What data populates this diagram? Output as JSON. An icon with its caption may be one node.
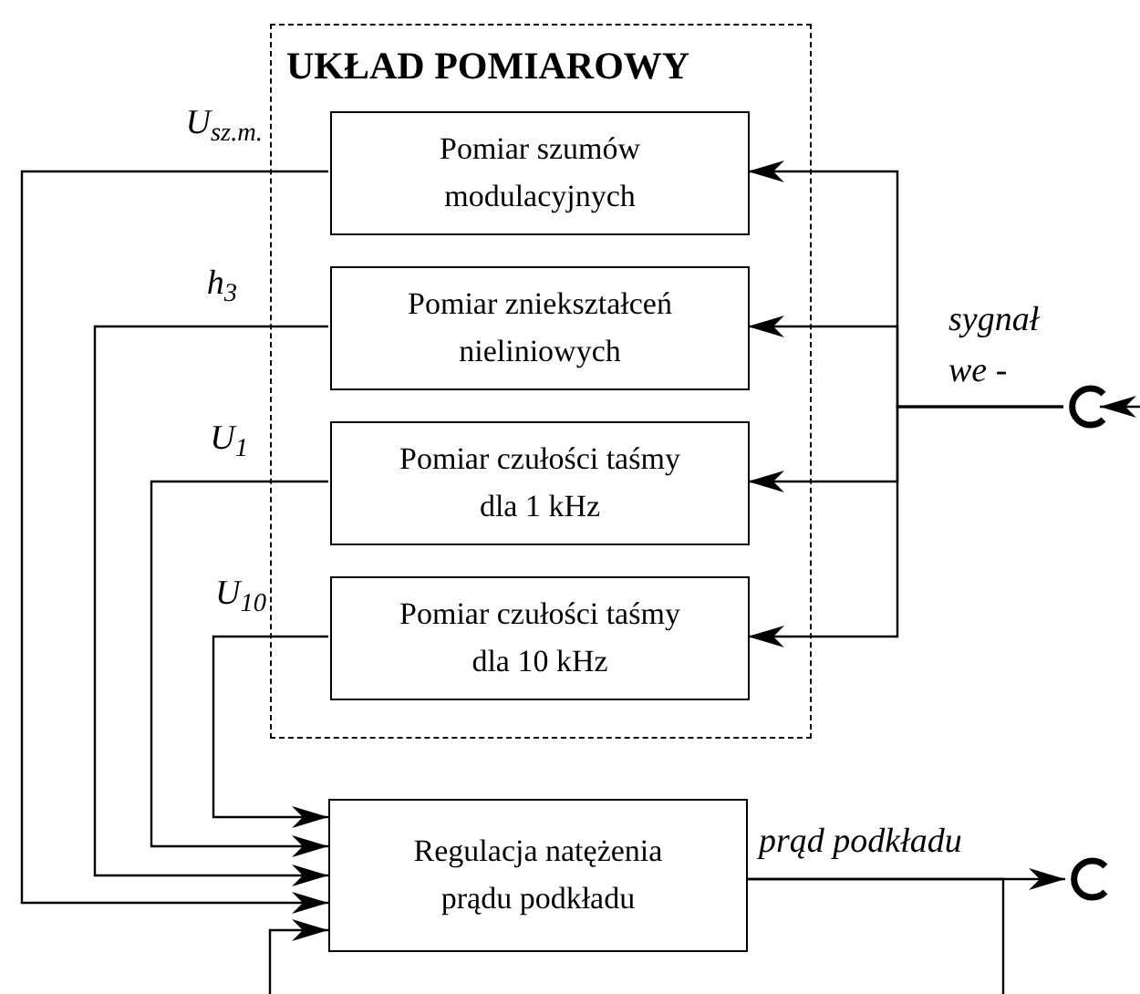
{
  "diagram": {
    "nodes": [
      {
        "text": [
          "UKŁAD POMIAROWY"
        ]
      },
      {
        "text": [
          "Pomiar szumów modulacyjnych"
        ],
        "in": 0
      },
      {
        "text": [
          "Pomiar zniekształceń nieliniowych"
        ],
        "in": 0
      },
      {
        "text": [
          "Pomiar czułości taśmy dla 1 kHz"
        ],
        "in": 0
      },
      {
        "text": [
          "Pomiar czułości taśmy dla 10 kHz"
        ],
        "in": 0
      },
      {
        "text": [
          "Regulacja natężenia prądu podkładu"
        ]
      },
      {
        "text": [],
        "shape": "circle",
        "beside": [
          "sygnał",
          "we -"
        ]
      },
      {
        "text": [],
        "shape": "circle"
      }
    ],
    "edges": [
      {
        "from": null,
        "to": 6,
        "arrow": "to"
      },
      {
        "from": 6,
        "to": 1,
        "arrow": "to"
      },
      {
        "from": 6,
        "to": 2,
        "arrow": "to"
      },
      {
        "from": 6,
        "to": 3,
        "arrow": "to"
      },
      {
        "from": 6,
        "to": 4,
        "arrow": "to"
      },
      {
        "from": 1,
        "to": 5,
        "arrow": "to"
      },
      {
        "from": 2,
        "to": 5,
        "arrow": "to"
      },
      {
        "from": 3,
        "to": 5,
        "arrow": "to"
      },
      {
        "from": 4,
        "to": 5,
        "arrow": "to"
      },
      {
        "from": null,
        "to": 5,
        "arrow": "to"
      },
      {
        "from": 5,
        "to": 7,
        "arrow": "to"
      },
      {
        "from": 5,
        "to": null,
        "arrow": "none"
      }
    ],
    "labels": [
      "U$_{sz.m.}$",
      "h$_{3}$",
      "U$_{1}$",
      "U$_{10}$",
      "prąd podkładu"
    ]
  }
}
